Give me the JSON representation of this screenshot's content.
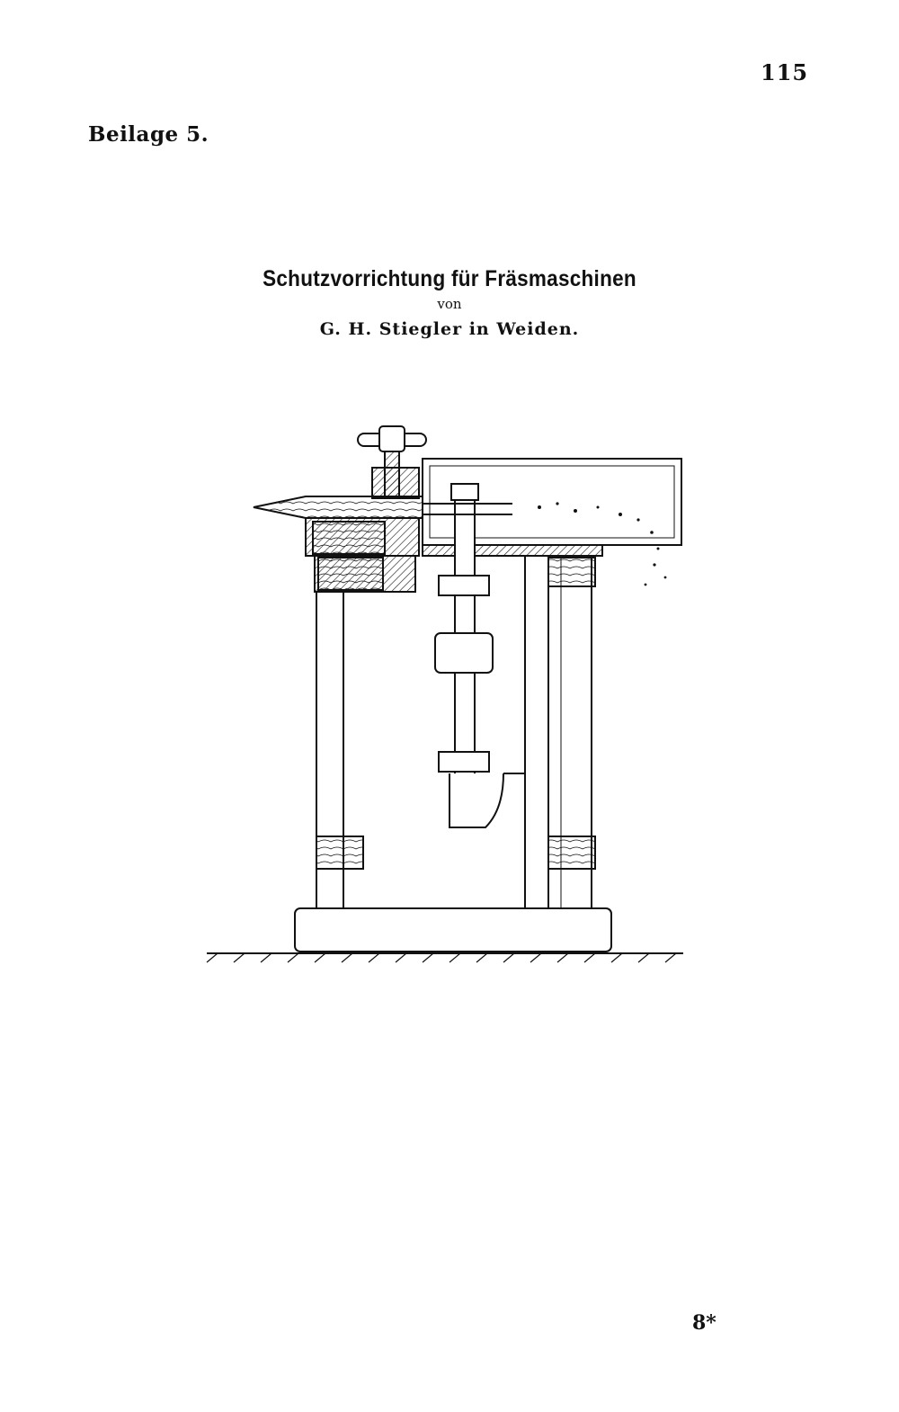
{
  "page": {
    "number": "115",
    "supplement_label": "Beilage 5.",
    "title": "Schutzvorrichtung für Fräsmaschinen",
    "von": "von",
    "author": "G. H. Stiegler in Weiden.",
    "sheet_mark": "8*"
  },
  "colors": {
    "ink": "#111111",
    "paper": "#ffffff"
  }
}
